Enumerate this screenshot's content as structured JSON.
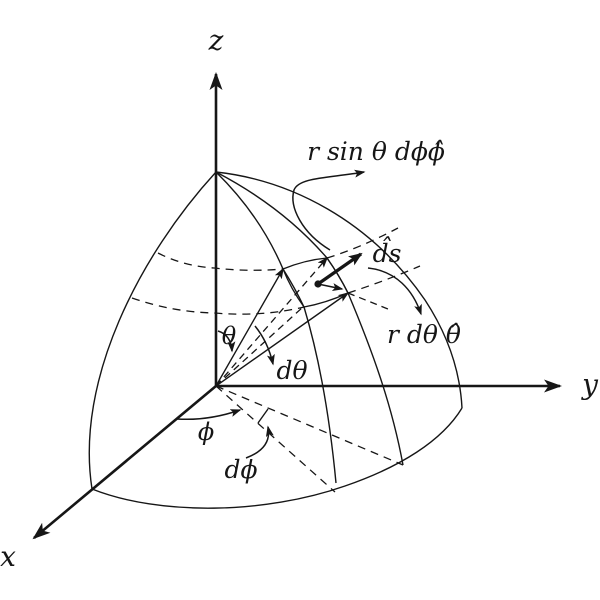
{
  "title": "Spherical coordinate surface element diagram",
  "colors": {
    "background": "#ffffff",
    "ink": "#161616",
    "patch_fill": "#bfeeda",
    "patch_inner_dash": "#ffffff"
  },
  "axis_labels": {
    "x": "x",
    "y": "y",
    "z": "z"
  },
  "angle_labels": {
    "theta": "θ",
    "d_theta": "dθ",
    "phi": "ϕ",
    "d_phi": "dϕ"
  },
  "vector_labels": {
    "ds": "d̂s",
    "r_dtheta_theta_hat": "r dθ θ̂",
    "r_sin_theta_dphi_phi_hat": "r sin θ dϕϕ̂"
  }
}
